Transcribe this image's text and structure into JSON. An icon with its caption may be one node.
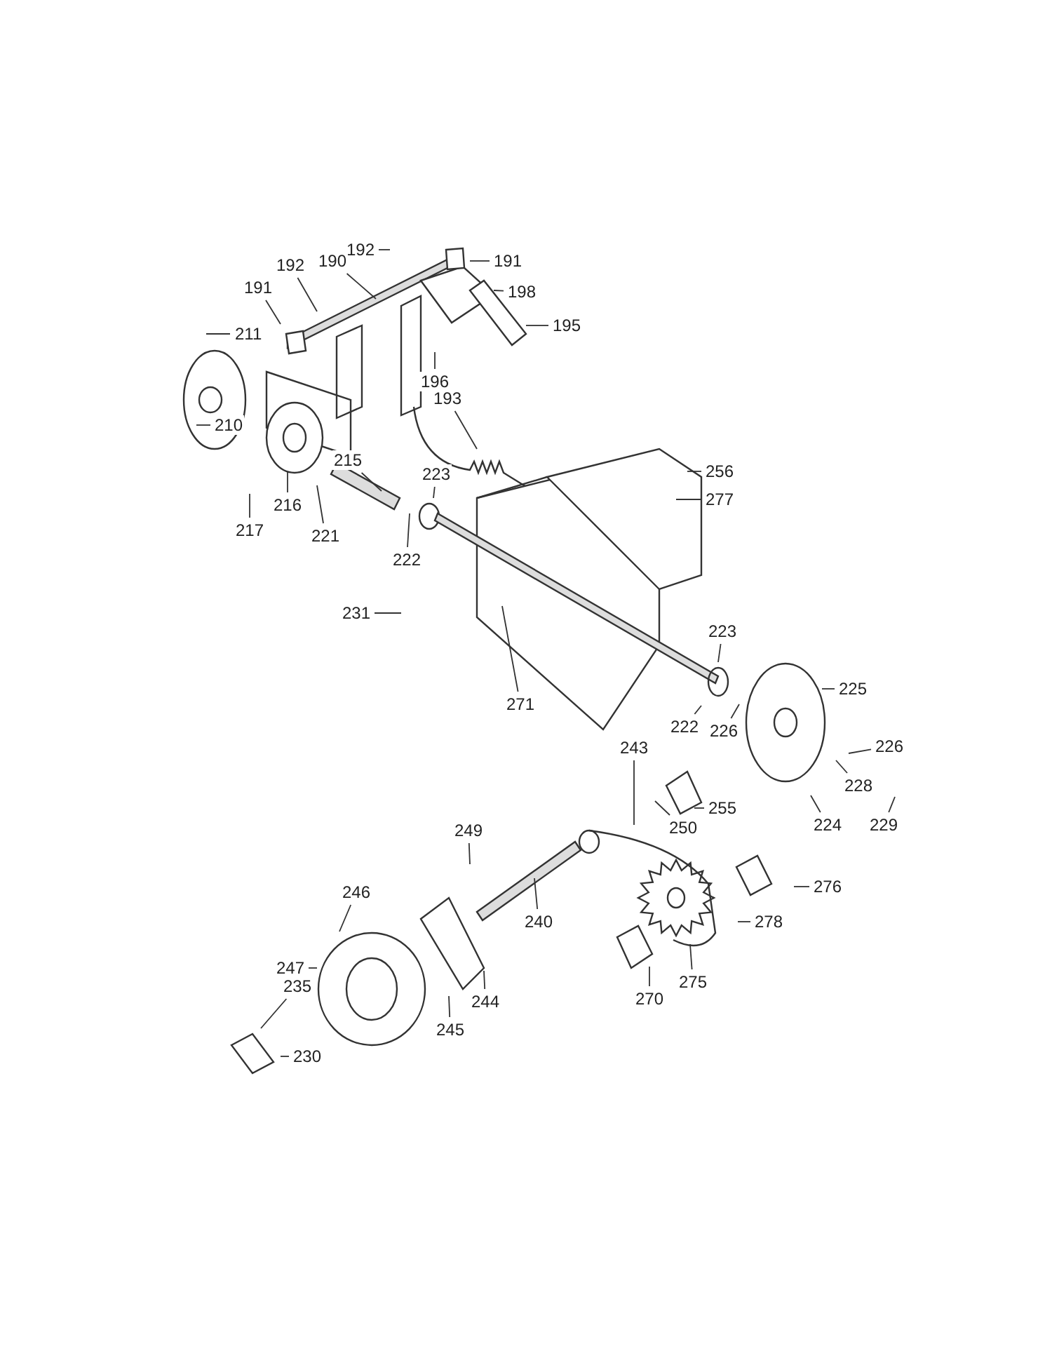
{
  "diagram": {
    "nodes": [
      {
        "text": [
          "192"
        ]
      },
      {
        "text": [
          "191"
        ]
      },
      {
        "text": [
          "190"
        ]
      },
      {
        "text": [
          "192"
        ]
      },
      {
        "text": [
          "198"
        ]
      },
      {
        "text": [
          "191"
        ]
      },
      {
        "text": [
          "195"
        ]
      },
      {
        "text": [
          "211"
        ]
      },
      {
        "text": [
          "196"
        ]
      },
      {
        "text": [
          "193"
        ]
      },
      {
        "text": [
          "210"
        ]
      },
      {
        "text": [
          "215"
        ]
      },
      {
        "text": [
          "256"
        ]
      },
      {
        "text": [
          "223"
        ]
      },
      {
        "text": [
          "277"
        ]
      },
      {
        "text": [
          "216"
        ]
      },
      {
        "text": [
          "217"
        ]
      },
      {
        "text": [
          "221"
        ]
      },
      {
        "text": [
          "222"
        ]
      },
      {
        "text": [
          "231"
        ]
      },
      {
        "text": [
          "223"
        ]
      },
      {
        "text": [
          "225"
        ]
      },
      {
        "text": [
          "271"
        ]
      },
      {
        "text": [
          "222"
        ]
      },
      {
        "text": [
          "226"
        ]
      },
      {
        "text": [
          "226"
        ]
      },
      {
        "text": [
          "243"
        ]
      },
      {
        "text": [
          "228"
        ]
      },
      {
        "text": [
          "255"
        ]
      },
      {
        "text": [
          "224"
        ]
      },
      {
        "text": [
          "229"
        ]
      },
      {
        "text": [
          "250"
        ]
      },
      {
        "text": [
          "249"
        ]
      },
      {
        "text": [
          "276"
        ]
      },
      {
        "text": [
          "246"
        ]
      },
      {
        "text": [
          "240"
        ]
      },
      {
        "text": [
          "278"
        ]
      },
      {
        "text": [
          "247"
        ]
      },
      {
        "text": [
          "275"
        ]
      },
      {
        "text": [
          "235"
        ]
      },
      {
        "text": [
          "270"
        ]
      },
      {
        "text": [
          "244"
        ]
      },
      {
        "text": [
          "245"
        ]
      },
      {
        "text": [
          "230"
        ]
      }
    ],
    "edges": [
      {
        "from": 0,
        "to": null,
        "arrow": "none"
      },
      {
        "from": 1,
        "to": null,
        "arrow": "none"
      },
      {
        "from": 2,
        "to": null,
        "arrow": "none"
      },
      {
        "from": 3,
        "to": null,
        "arrow": "none"
      },
      {
        "from": 4,
        "to": null,
        "arrow": "none"
      },
      {
        "from": 5,
        "to": null,
        "arrow": "none"
      },
      {
        "from": 6,
        "to": null,
        "arrow": "none"
      },
      {
        "from": 7,
        "to": null,
        "arrow": "none"
      },
      {
        "from": 8,
        "to": null,
        "arrow": "none"
      },
      {
        "from": 9,
        "to": null,
        "arrow": "none"
      },
      {
        "from": 10,
        "to": null,
        "arrow": "none"
      },
      {
        "from": 11,
        "to": null,
        "arrow": "none"
      },
      {
        "from": 12,
        "to": null,
        "arrow": "none"
      },
      {
        "from": 13,
        "to": null,
        "arrow": "none"
      },
      {
        "from": 14,
        "to": null,
        "arrow": "none"
      },
      {
        "from": 15,
        "to": null,
        "arrow": "none"
      },
      {
        "from": 16,
        "to": null,
        "arrow": "none"
      },
      {
        "from": 17,
        "to": null,
        "arrow": "none"
      },
      {
        "from": 18,
        "to": null,
        "arrow": "none"
      },
      {
        "from": 19,
        "to": null,
        "arrow": "none"
      },
      {
        "from": 20,
        "to": null,
        "arrow": "none"
      },
      {
        "from": 21,
        "to": null,
        "arrow": "none"
      },
      {
        "from": 22,
        "to": null,
        "arrow": "none"
      },
      {
        "from": 23,
        "to": null,
        "arrow": "none"
      },
      {
        "from": 24,
        "to": null,
        "arrow": "none"
      },
      {
        "from": 25,
        "to": null,
        "arrow": "none"
      },
      {
        "from": 26,
        "to": null,
        "arrow": "none"
      },
      {
        "from": 27,
        "to": null,
        "arrow": "none"
      },
      {
        "from": 28,
        "to": null,
        "arrow": "none"
      },
      {
        "from": 29,
        "to": null,
        "arrow": "none"
      },
      {
        "from": 30,
        "to": null,
        "arrow": "none"
      },
      {
        "from": 31,
        "to": null,
        "arrow": "none"
      },
      {
        "from": 32,
        "to": null,
        "arrow": "none"
      },
      {
        "from": 33,
        "to": null,
        "arrow": "none"
      },
      {
        "from": 34,
        "to": null,
        "arrow": "none"
      },
      {
        "from": 35,
        "to": null,
        "arrow": "none"
      },
      {
        "from": 36,
        "to": null,
        "arrow": "none"
      },
      {
        "from": 37,
        "to": null,
        "arrow": "none"
      },
      {
        "from": 38,
        "to": null,
        "arrow": "none"
      },
      {
        "from": 39,
        "to": null,
        "arrow": "none"
      },
      {
        "from": 40,
        "to": null,
        "arrow": "none"
      },
      {
        "from": 41,
        "to": null,
        "arrow": "none"
      },
      {
        "from": 42,
        "to": null,
        "arrow": "none"
      },
      {
        "from": 43,
        "to": null,
        "arrow": "none"
      }
    ]
  }
}
